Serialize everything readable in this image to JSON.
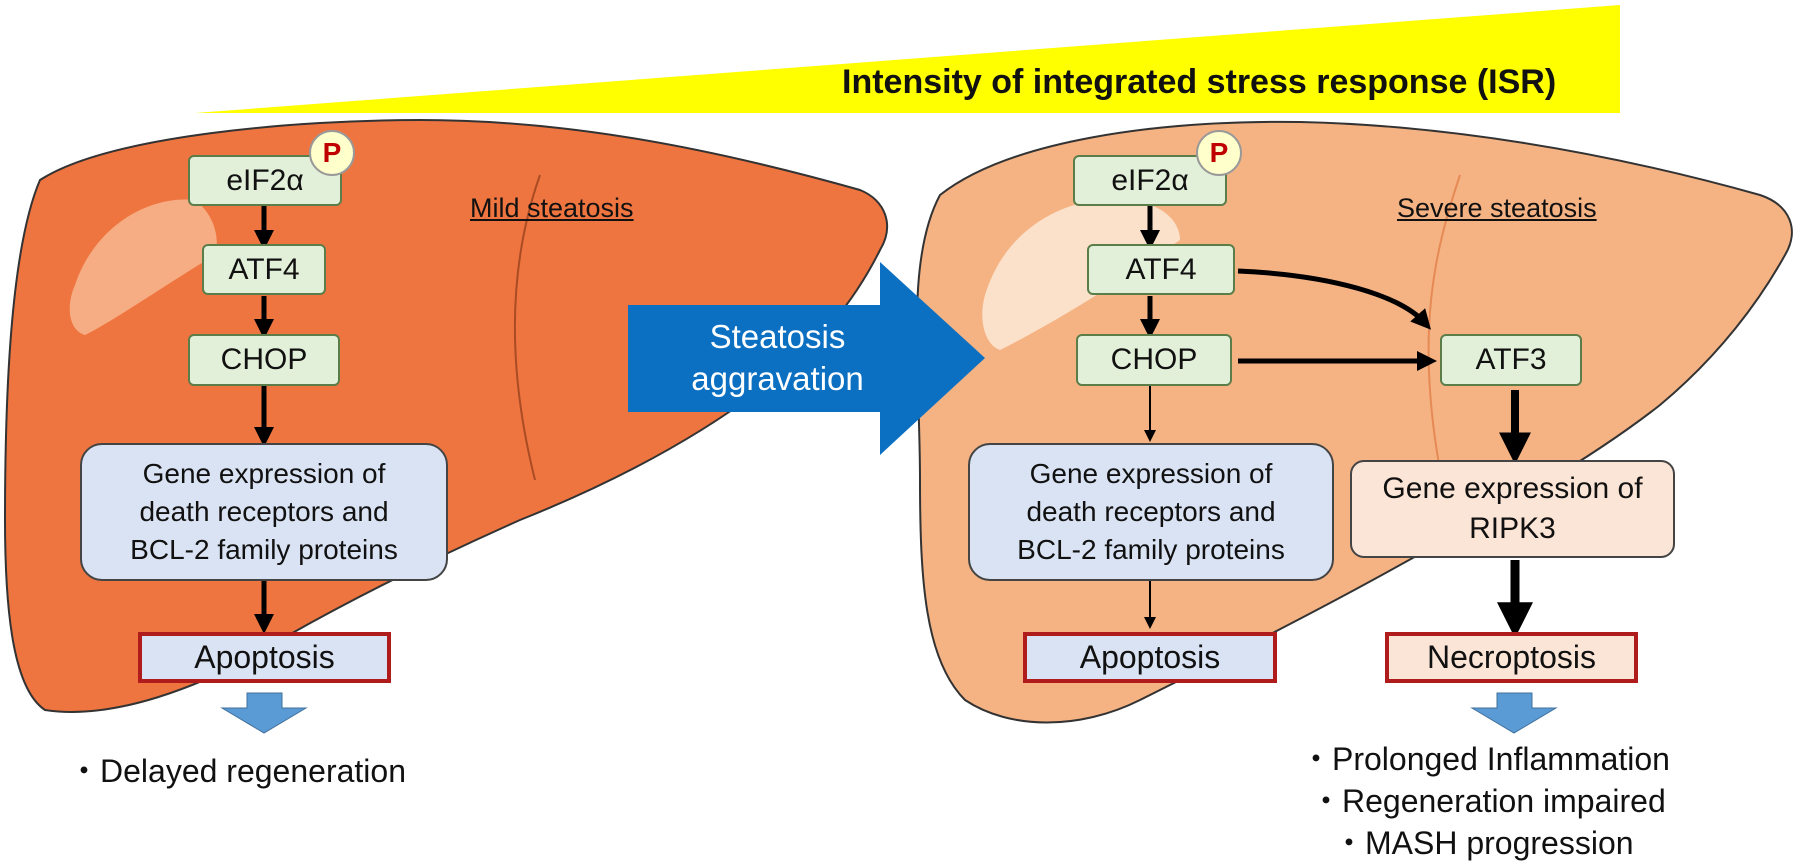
{
  "banner": {
    "text": "Intensity of integrated stress response (ISR)"
  },
  "left_panel": {
    "condition": "Mild steatosis",
    "phospho": "P",
    "nodes": {
      "eif2a": "eIF2α",
      "atf4": "ATF4",
      "chop": "CHOP"
    },
    "gene_expression": [
      "Gene expression of",
      "death receptors and",
      "BCL-2 family proteins"
    ],
    "death_mode": "Apoptosis",
    "outcomes": [
      "・Delayed regeneration"
    ]
  },
  "transition": {
    "lines": [
      "Steatosis",
      "aggravation"
    ]
  },
  "right_panel": {
    "condition": "Severe steatosis",
    "phospho": "P",
    "nodes": {
      "eif2a": "eIF2α",
      "atf4": "ATF4",
      "chop": "CHOP",
      "atf3": "ATF3"
    },
    "gene_expression": [
      "Gene expression of",
      "death receptors and",
      "BCL-2 family proteins"
    ],
    "ripk3_expression": [
      "Gene expression of",
      "RIPK3"
    ],
    "death_modes": {
      "apoptosis": "Apoptosis",
      "necroptosis": "Necroptosis"
    },
    "outcomes": [
      "・Prolonged Inflammation",
      "・Regeneration impaired",
      "・MASH progression"
    ]
  },
  "colors": {
    "liver_mild": "#ef7540",
    "liver_severe": "#f5b384",
    "banner_yellow": "#ffff00",
    "transition_arrow": "#0b6fc2",
    "down_arrow": "#5b9bd5",
    "death_border": "#b01c1c"
  }
}
